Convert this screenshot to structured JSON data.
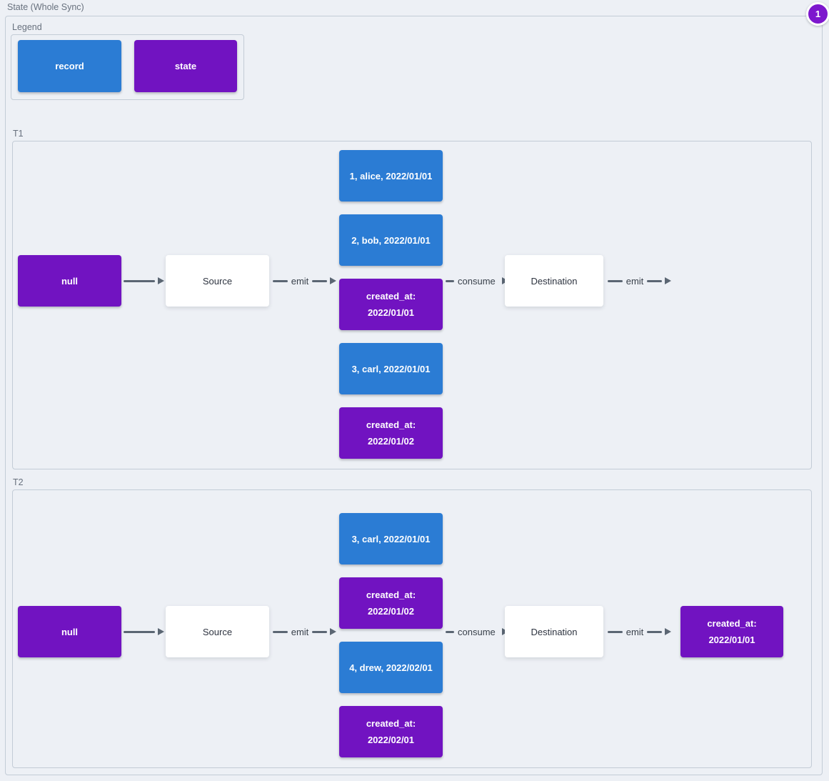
{
  "diagram": {
    "title": "State (Whole Sync)",
    "annotation_badge": "1",
    "colors": {
      "background": "#edf0f5",
      "record": "#2b7cd4",
      "state": "#7113c1",
      "badge": "#7d17cd",
      "arrow": "#5b6673",
      "group_border": "#c3ccd6"
    },
    "legend": {
      "label": "Legend",
      "items": [
        {
          "label": "record",
          "type": "record"
        },
        {
          "label": "state",
          "type": "state"
        }
      ]
    },
    "sections": [
      {
        "label": "T1",
        "nodes": {
          "initial_state": "null",
          "source": "Source",
          "destination": "Destination"
        },
        "edges": {
          "source_emit": "emit",
          "consume": "consume",
          "destination_emit": "emit"
        },
        "stack": [
          {
            "text": "1, alice, 2022/01/01",
            "type": "record"
          },
          {
            "text": "2, bob, 2022/01/01",
            "type": "record"
          },
          {
            "text": "created_at: 2022/01/01",
            "type": "state"
          },
          {
            "text": "3, carl, 2022/01/01",
            "type": "record"
          },
          {
            "text": "created_at: 2022/01/02",
            "type": "state"
          }
        ]
      },
      {
        "label": "T2",
        "nodes": {
          "initial_state": "null",
          "source": "Source",
          "destination": "Destination",
          "emitted_state": "created_at: 2022/01/01"
        },
        "edges": {
          "source_emit": "emit",
          "consume": "consume",
          "destination_emit": "emit"
        },
        "stack": [
          {
            "text": "3, carl, 2022/01/01",
            "type": "record"
          },
          {
            "text": "created_at: 2022/01/02",
            "type": "state"
          },
          {
            "text": "4, drew, 2022/02/01",
            "type": "record"
          },
          {
            "text": "created_at: 2022/02/01",
            "type": "state"
          }
        ]
      }
    ]
  }
}
